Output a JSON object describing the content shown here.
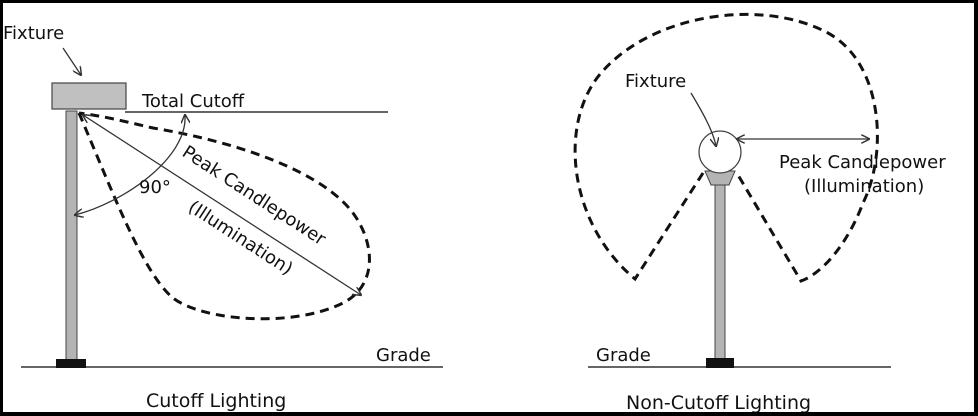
{
  "panels": {
    "cutoff": {
      "fixture_label": "Fixture",
      "cutoff_label": "Total Cutoff",
      "angle_label": "90°",
      "peak_line1": "Peak Candlepower",
      "peak_line2": "(Illumination)",
      "grade_label": "Grade",
      "caption": "Cutoff Lighting"
    },
    "noncutoff": {
      "fixture_label": "Fixture",
      "peak_line1": "Peak Candlepower",
      "peak_line2": "(Illumination)",
      "grade_label": "Grade",
      "caption": "Non-Cutoff Lighting"
    }
  },
  "colors": {
    "pole": "#b4b4b4",
    "fixture_box": "#c0c0c0",
    "base": "#111111",
    "line": "#333333",
    "dash": "#111111"
  }
}
